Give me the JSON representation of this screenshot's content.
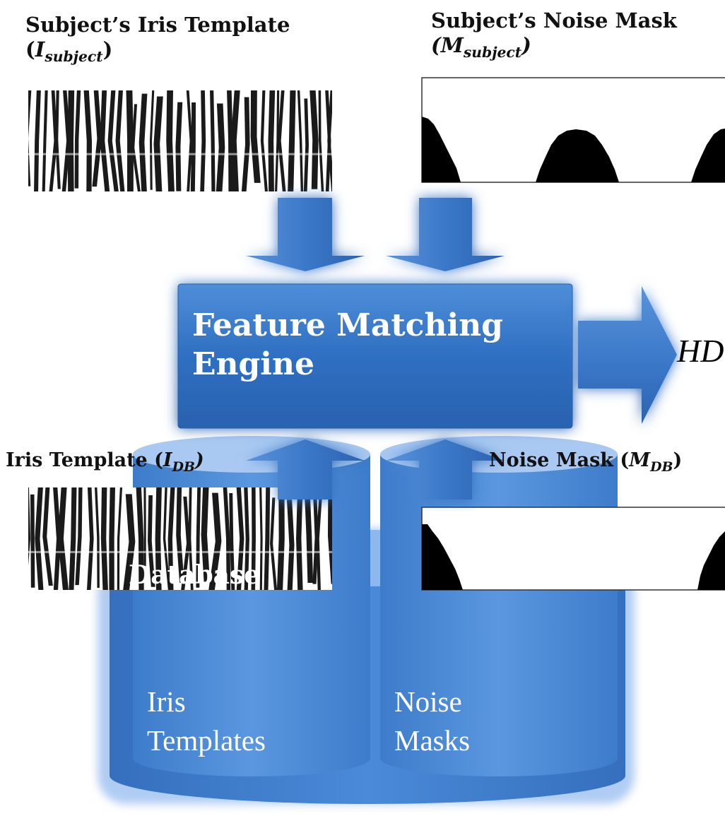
{
  "labels": {
    "subject_iris_title": "Subject’s Iris Template",
    "subject_iris_symbol": "I",
    "subject_iris_sub": "subject",
    "subject_mask_title": "Subject’s Noise Mask",
    "subject_mask_symbol": "M",
    "subject_mask_sub": "subject",
    "db_iris_title": "Iris Template",
    "db_iris_symbol": "I",
    "db_iris_sub": "DB",
    "db_mask_title": "Noise Mask",
    "db_mask_symbol": "M",
    "db_mask_sub": "DB"
  },
  "engine": {
    "line1": "Feature Matching",
    "line2": "Engine"
  },
  "output": "HD",
  "database": {
    "title": "Database",
    "left_line1": "Iris",
    "left_line2": "Templates",
    "right_line1": "Noise",
    "right_line2": "Masks"
  },
  "colors": {
    "engine_blue": "#2e6fc0",
    "arrow_blue": "#3a78c8",
    "glow_blue": "#6fa3e8",
    "db_blue": "#3f7fd0",
    "db_top": "#8db8ef"
  }
}
